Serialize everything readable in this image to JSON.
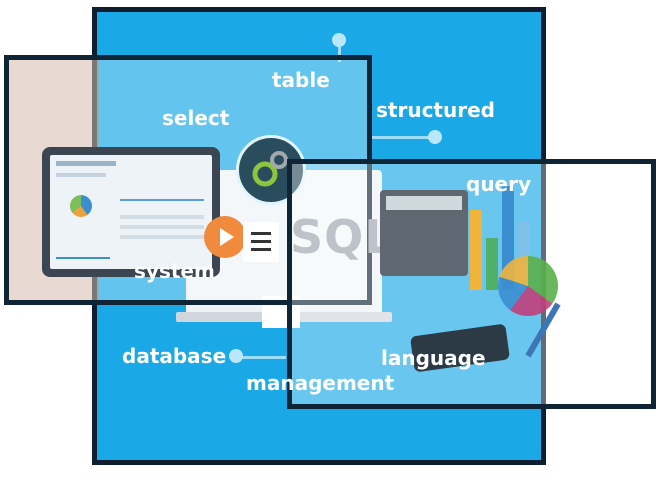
{
  "words": {
    "table": "table",
    "select": "select",
    "structured": "structured",
    "query": "query",
    "system": "system",
    "database": "database",
    "language": "language",
    "management": "management"
  },
  "sql": "SQL",
  "colors": {
    "panel_blue": "#1aa8e6",
    "frame_dark": "#0f2435",
    "accent_orange": "#f08a3c"
  }
}
